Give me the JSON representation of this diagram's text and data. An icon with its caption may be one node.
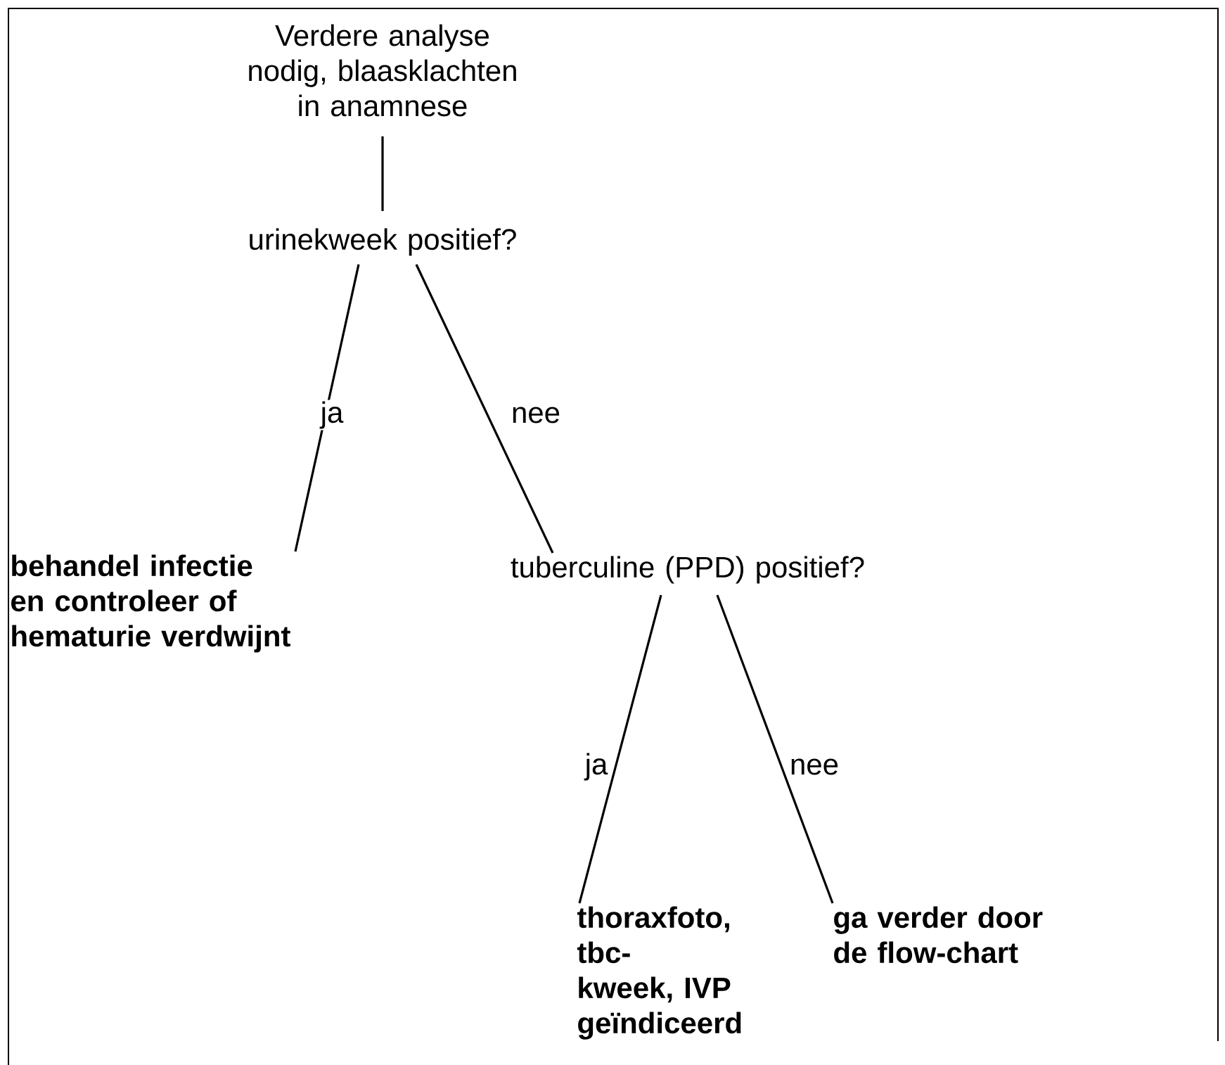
{
  "diagram": {
    "nodes": [
      {
        "text": [
          "Verdere analyse nodig, blaasklachten in anamnese"
        ]
      },
      {
        "text": [
          "urinekweek positief?"
        ]
      },
      {
        "text": [
          "behandel infectie en controleer of hematurie verdwijnt"
        ]
      },
      {
        "text": [
          "tuberculine (PPD) positief?"
        ]
      },
      {
        "text": [
          "thoraxfoto, tbc-kweek, IVP geïndiceerd"
        ]
      },
      {
        "text": [
          "ga verder door de flow-chart"
        ]
      }
    ],
    "edges": [
      {
        "from": 0,
        "to": 1,
        "arrow": "none"
      },
      {
        "from": 1,
        "to": 2,
        "arrow": "none",
        "label": "ja"
      },
      {
        "from": 1,
        "to": 3,
        "arrow": "none",
        "label": "nee"
      },
      {
        "from": 3,
        "to": 4,
        "arrow": "none",
        "label": "ja"
      },
      {
        "from": 3,
        "to": 5,
        "arrow": "none",
        "label": "nee"
      }
    ]
  }
}
